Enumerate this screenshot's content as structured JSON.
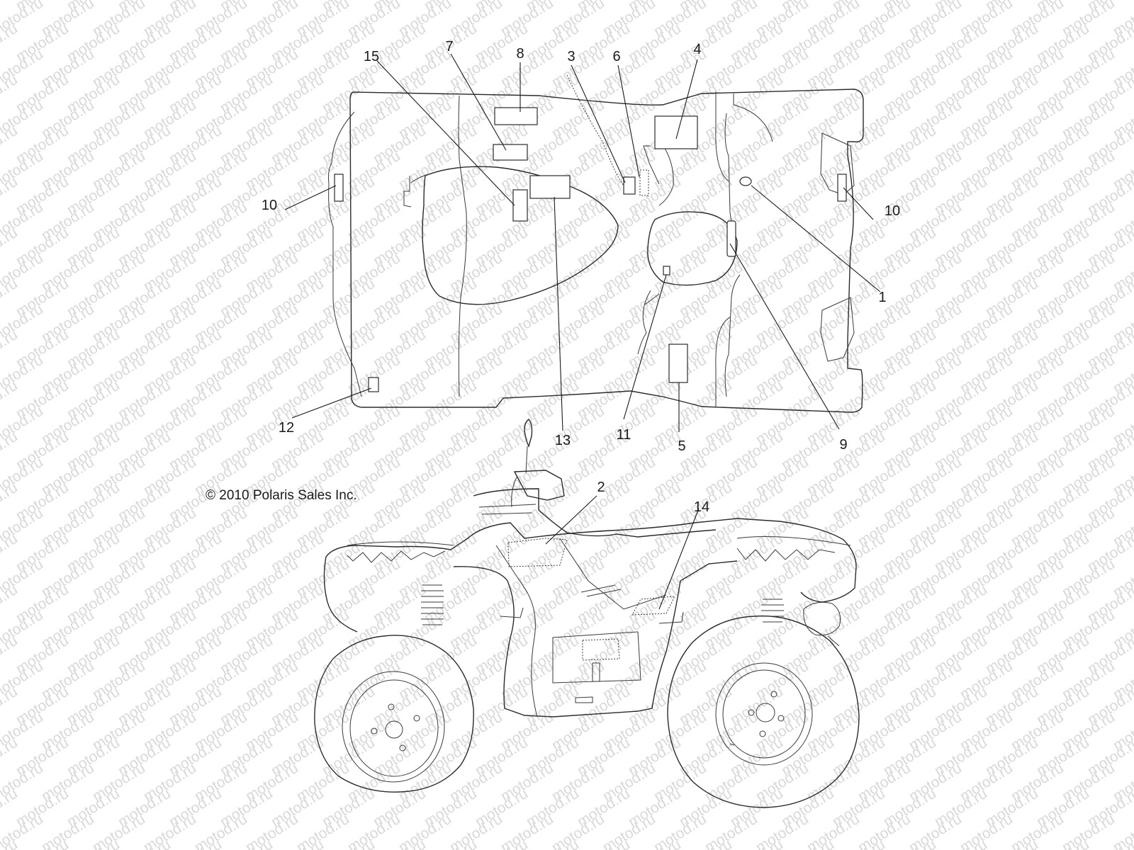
{
  "watermark": "motod.ru",
  "copyright": "© 2010 Polaris Sales Inc.",
  "callouts": [
    {
      "id": "c1",
      "label": "1"
    },
    {
      "id": "c2",
      "label": "2"
    },
    {
      "id": "c3",
      "label": "3"
    },
    {
      "id": "c4",
      "label": "4"
    },
    {
      "id": "c5",
      "label": "5"
    },
    {
      "id": "c6",
      "label": "6"
    },
    {
      "id": "c7",
      "label": "7"
    },
    {
      "id": "c8",
      "label": "8"
    },
    {
      "id": "c9",
      "label": "9"
    },
    {
      "id": "c10a",
      "label": "10"
    },
    {
      "id": "c10b",
      "label": "10"
    },
    {
      "id": "c11",
      "label": "11"
    },
    {
      "id": "c12",
      "label": "12"
    },
    {
      "id": "c13",
      "label": "13"
    },
    {
      "id": "c14",
      "label": "14"
    },
    {
      "id": "c15",
      "label": "15"
    }
  ]
}
